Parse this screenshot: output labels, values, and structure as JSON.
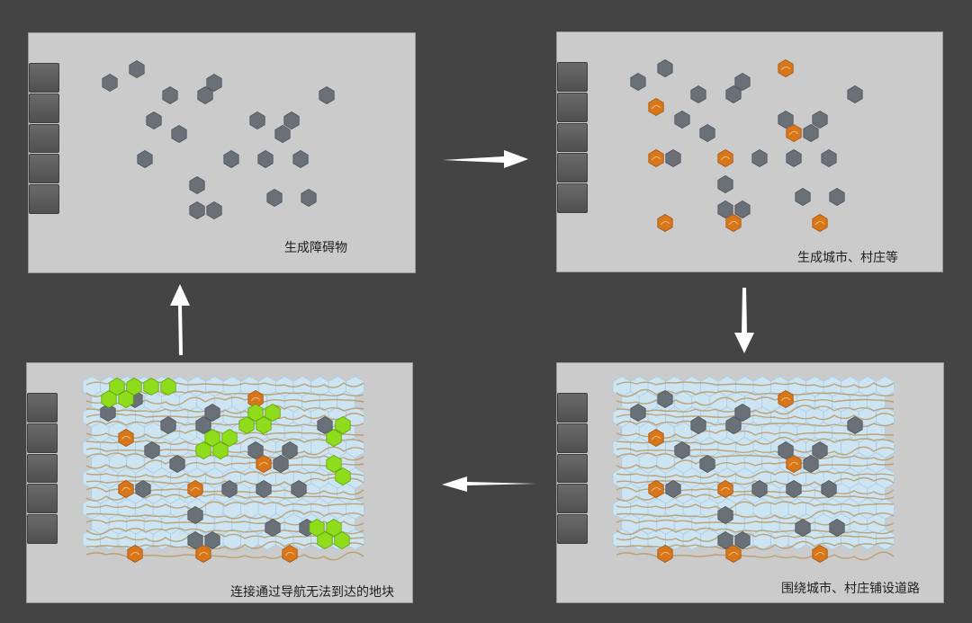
{
  "panels": [
    {
      "id": "obstacles",
      "caption": "生成障碍物",
      "buttons": [
        "",
        "",
        "",
        "",
        ""
      ]
    },
    {
      "id": "cities",
      "caption": "生成城市、村庄等",
      "buttons": [
        "",
        "",
        "",
        "",
        ""
      ]
    },
    {
      "id": "roads",
      "caption": "围绕城市、村庄铺设道路",
      "buttons": [
        "",
        "",
        "",
        "",
        ""
      ]
    },
    {
      "id": "connect",
      "caption": "连接通过导航无法到达的地块",
      "buttons": [
        "",
        "",
        "",
        "",
        ""
      ]
    }
  ],
  "colors": {
    "background": "#444444",
    "panel": "#cbcbcb",
    "obstacle": "#6a7077",
    "city": "#d8761b",
    "road_tile": "#cde4f3",
    "road": "#b99a62",
    "connector": "#8fdc1c",
    "arrow": "#ffffff"
  },
  "icons": [
    "hex-obstacle-icon",
    "hex-city-icon",
    "hex-road-tile-icon",
    "hex-connector-icon",
    "arrow-icon"
  ]
}
